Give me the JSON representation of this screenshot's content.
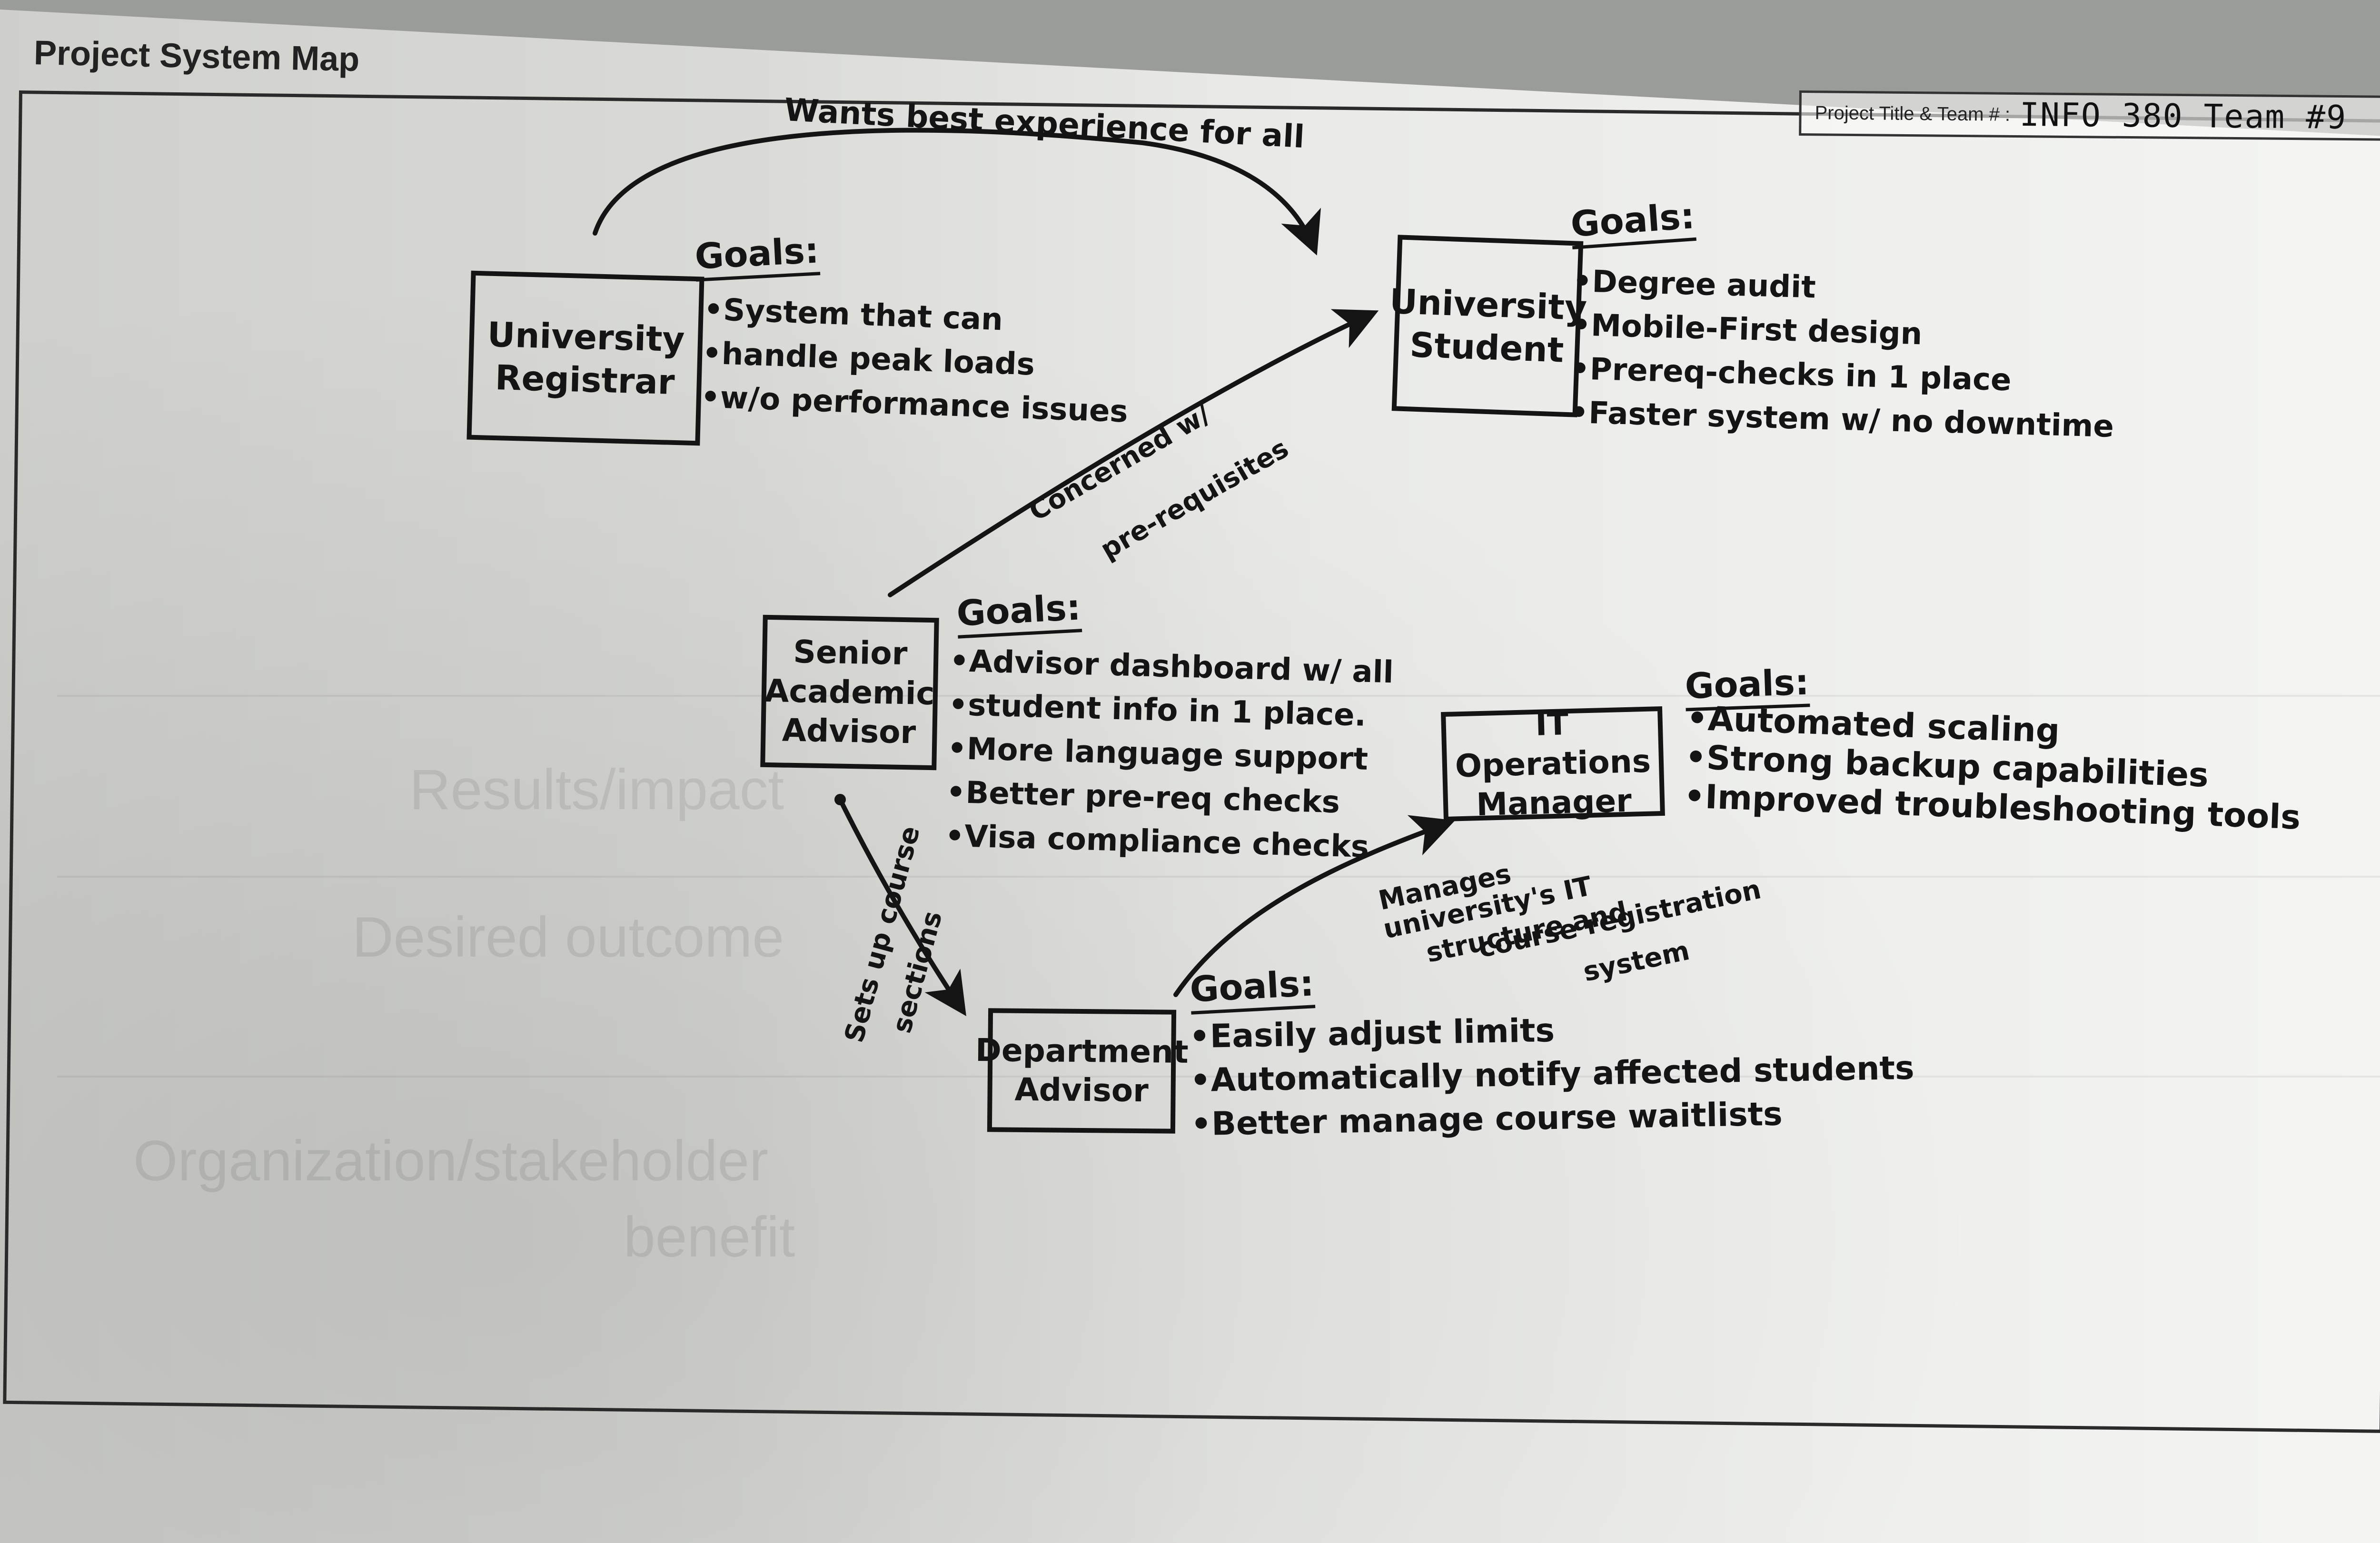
{
  "header": {
    "title": "Project System Map",
    "team_label": "Project Title & Team # :",
    "team_value": "INFO 380 Team #9"
  },
  "template_ghost": {
    "row1": "Results/impact",
    "row2": "Desired outcome",
    "row3a": "Organization/stakeholder",
    "row3b": "benefit"
  },
  "nodes": {
    "registrar": {
      "name": "University Registrar",
      "goals_label": "Goals:",
      "goals": [
        "System that can",
        "handle peak loads",
        "w/o performance issues"
      ]
    },
    "student": {
      "name": "University Student",
      "goals_label": "Goals:",
      "goals": [
        "Degree audit",
        "Mobile-First design",
        "Prereq-checks in 1 place",
        "Faster system w/ no downtime"
      ]
    },
    "senior_advisor": {
      "name": "Senior Academic Advisor",
      "goals_label": "Goals:",
      "goals": [
        "Advisor dashboard w/ all",
        "student info in 1 place.",
        "More language support",
        "Better pre-req checks",
        "Visa compliance checks"
      ]
    },
    "it_manager": {
      "name": "IT Operations Manager",
      "goals_label": "Goals:",
      "goals": [
        "Automated scaling",
        "Strong backup capabilities",
        "Improved troubleshooting tools"
      ]
    },
    "dept_advisor": {
      "name": "Department Advisor",
      "goals_label": "Goals:",
      "goals": [
        "Easily adjust limits",
        "Automatically notify affected students",
        "Better manage course waitlists"
      ]
    }
  },
  "edges": {
    "registrar_to_student": "Wants best experience for all",
    "senior_to_student_1": "Concerned w/",
    "senior_to_student_2": "pre-requisites",
    "senior_to_dept_1": "Sets up course",
    "senior_to_dept_2": "sections",
    "dept_to_it_1": "Manages",
    "dept_to_it_2": "university's IT",
    "dept_to_it_3": "structure and",
    "dept_to_it_4": "course registration",
    "dept_to_it_5": "system"
  }
}
